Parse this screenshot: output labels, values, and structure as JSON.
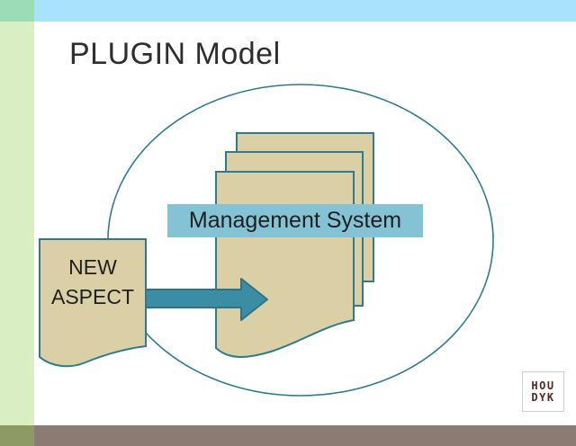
{
  "slide": {
    "title": "PLUGIN Model",
    "banner": {
      "label": "Management System"
    },
    "new_aspect": {
      "line1": "NEW",
      "line2": "ASPECT"
    },
    "stacked_documents_count": 3,
    "logo": {
      "line1": "HOU",
      "line2": "DYK"
    },
    "colors": {
      "top_strip": "#a9e2fc",
      "corner_square": "#9cdcb6",
      "left_strip": "#daeec4",
      "bottom_left_block": "#8e9a66",
      "bottom_strip": "#8b7b73",
      "document_fill": "#dbcfa6",
      "shape_stroke": "#2e7b90",
      "banner_fill": "#84c3d6",
      "arrow_fill": "#3a8da2",
      "title_color": "#2e2e2e",
      "logo_text": "#5a2a1c"
    }
  }
}
